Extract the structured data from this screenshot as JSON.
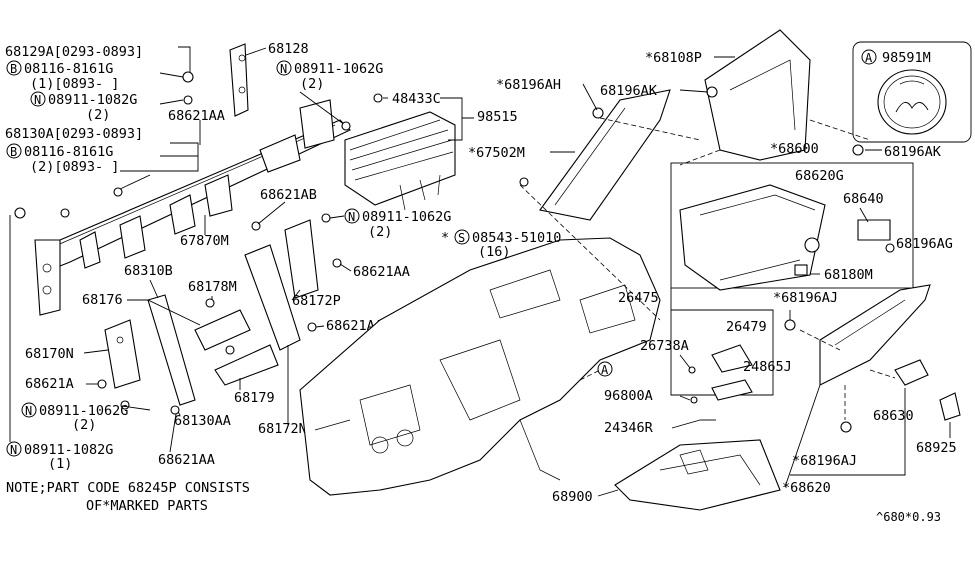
{
  "labels": {
    "p68129A": "68129A[0293-0893]",
    "p08116a": "08116-8161G",
    "p08116a_qty": "(1)[0893-    ]",
    "p08911_1082a": "08911-1082G",
    "p08911_1082a_qty": "(2)",
    "p68621AA_1": "68621AA",
    "p68130A": "68130A[0293-0893]",
    "p08116b": "08116-8161G",
    "p08116b_qty": "(2)[0893-    ]",
    "p68128": "68128",
    "p08911_1062a": "08911-1062G",
    "p08911_1062a_qty": "(2)",
    "p48433C": "48433C",
    "p98515": "98515",
    "p68621AB": "68621AB",
    "p08911_1062b": "08911-1062G",
    "p08911_1062b_qty": "(2)",
    "p67870M": "67870M",
    "p68621AA_2": "68621AA",
    "p68310B": "68310B",
    "p68178M": "68178M",
    "p68176": "68176",
    "p68172P": "68172P",
    "p68621AA_3": "68621AA",
    "p68170N": "68170N",
    "p68621A": "68621A",
    "p08911_1062c": "08911-1062G",
    "p08911_1062c_qty": "(2)",
    "p68130AA": "68130AA",
    "p68179": "68179",
    "p68172N": "68172N",
    "p08911_1082b": "08911-1082G",
    "p08911_1082b_qty": "(1)",
    "p68621AA_4": "68621AA",
    "p68196AH": "*68196AH",
    "p68108P": "*68108P",
    "p68196AK_1": "68196AK",
    "p67502M": "*67502M",
    "p08543": "*",
    "p08543_num": "08543-51010",
    "p08543_qty": "(16)",
    "p68600": "*68600",
    "p68196AK_2": "68196AK",
    "p68620G": "68620G",
    "p68640": "68640",
    "p68196AG": "68196AG",
    "p68180M": "68180M",
    "p26475": "26475",
    "p68196AJ_1": "*68196AJ",
    "p26479": "26479",
    "p26738A": "26738A",
    "p24865J": "24865J",
    "p96800A": "96800A",
    "p24346R": "24346R",
    "p68900": "68900",
    "p68630": "68630",
    "p68925": "68925",
    "p68196AJ_2": "*68196AJ",
    "p68620": "*68620",
    "p98591M": "98591M"
  },
  "markers": {
    "bolt_b": "B",
    "nut_n": "N",
    "screw_s": "S",
    "ref_a": "A"
  },
  "note_line1": "NOTE;PART CODE 68245P CONSISTS",
  "note_line2": "OF*MARKED PARTS",
  "diagram_code": "^680*0.93"
}
